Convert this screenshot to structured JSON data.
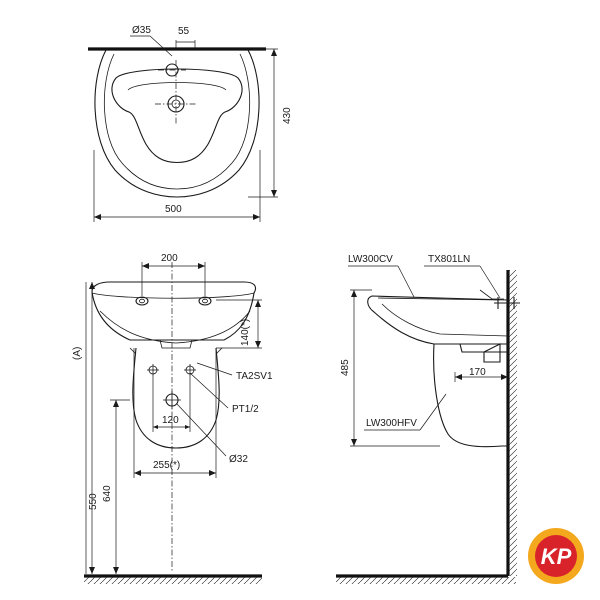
{
  "top_view": {
    "hole_dia": "Ø35",
    "hole_offset": "55",
    "depth": "430",
    "width": "500"
  },
  "front_view": {
    "tap_spacing": "200",
    "height_a": "(A)",
    "dim_140": "140(*)",
    "valve": "TA2SV1",
    "trap": "PT1/2",
    "dim_120": "120",
    "dim_255": "255(*)",
    "drain_dia": "Ø32",
    "height_640": "640",
    "height_550": "550"
  },
  "side_view": {
    "basin_model": "LW300CV",
    "fitting_model": "TX801LN",
    "height_485": "485",
    "dim_170": "170",
    "pedestal_model": "LW300HFV"
  },
  "logo": {
    "text": "KP",
    "colors": {
      "ring": "#f4a81d",
      "inner": "#d8232a",
      "text": "#ffffff"
    }
  }
}
